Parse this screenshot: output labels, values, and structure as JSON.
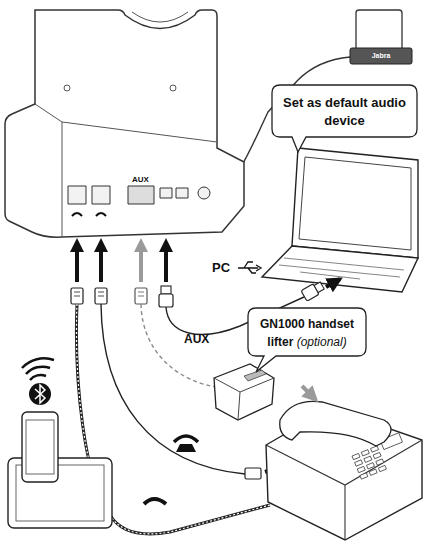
{
  "diagram": {
    "nodes": [
      {
        "text": [
          "AUX"
        ]
      },
      {
        "text": [
          "Set as default audio device"
        ]
      },
      {
        "text": [
          "GN1000 handset lifter",
          "(optional)"
        ]
      }
    ],
    "labels": [
      "Jabra",
      "PC",
      "AUX"
    ]
  }
}
